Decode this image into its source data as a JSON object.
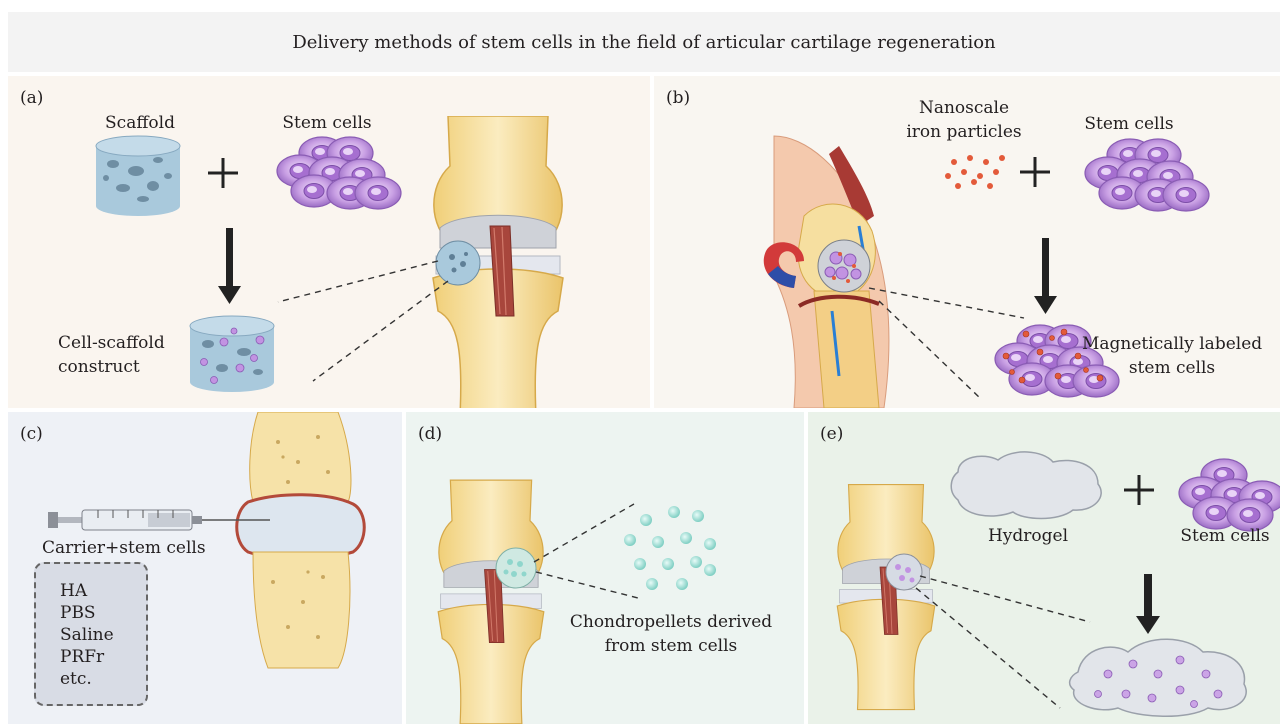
{
  "title": "Delivery methods of stem cells in the field of articular cartilage regeneration",
  "panels": {
    "a": {
      "letter": "(a)",
      "scaffold": "Scaffold",
      "stem_cells": "Stem cells",
      "construct_line1": "Cell-scaffold",
      "construct_line2": "construct"
    },
    "b": {
      "letter": "(b)",
      "iron_line1": "Nanoscale",
      "iron_line2": "iron particles",
      "stem_cells": "Stem cells",
      "labeled_line1": "Magnetically labeled",
      "labeled_line2": "stem cells"
    },
    "c": {
      "letter": "(c)",
      "carrier": "Carrier+stem cells",
      "carriers": [
        "HA",
        "PBS",
        "Saline",
        "PRFr",
        "etc."
      ]
    },
    "d": {
      "letter": "(d)",
      "chondro_line1": "Chondropellets derived",
      "chondro_line2": "from stem cells"
    },
    "e": {
      "letter": "(e)",
      "hydrogel": "Hydrogel",
      "stem_cells": "Stem cells"
    }
  },
  "colors": {
    "bone_yellow": "#f6dfa0",
    "cartilage_grey": "#c9ccd3",
    "ligament_red": "#a8463c",
    "cell_purple": "#b98bd8",
    "scaffold_blue": "#a9c9dc",
    "bead_teal": "#8fd6cc",
    "iron_red": "#e35a3a"
  }
}
